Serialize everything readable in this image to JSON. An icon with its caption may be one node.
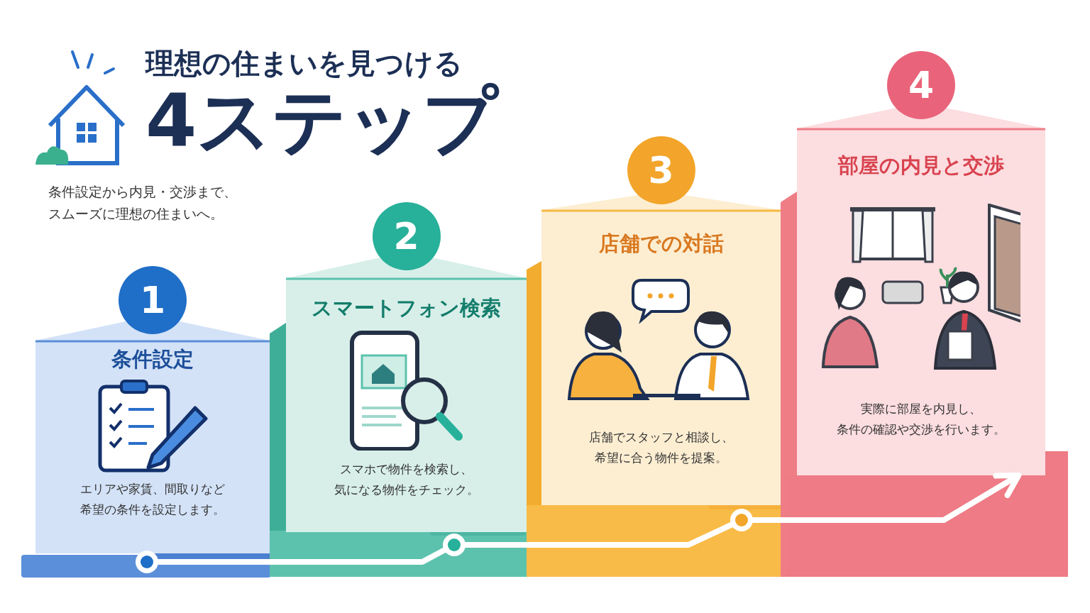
{
  "diagram": {
    "title": "理想の住まいを見つける",
    "nodes": [
      {
        "text": [
          "1",
          "条件設定",
          "エリアや家賃、間取りなど希望の条件を設定します。"
        ]
      },
      {
        "text": [
          "2",
          "スマートフォン検索",
          "スマホで物件を検索し、気になる物件をチェック。"
        ]
      },
      {
        "text": [
          "3",
          "店舗での対話",
          "店舗でスタッフと相談し、希望に合う物件を提案。"
        ]
      },
      {
        "text": [
          "4",
          "部屋の内見と交渉",
          "実際に部屋を内見し、条件の確認や交渉を行います。"
        ]
      }
    ],
    "edges": [
      {
        "from": 0,
        "to": 3,
        "arrow": "to"
      }
    ],
    "labels": [
      "4ステップ",
      "条件設定から内見・交渉まで、スムーズに理想の住まいへ。"
    ]
  }
}
